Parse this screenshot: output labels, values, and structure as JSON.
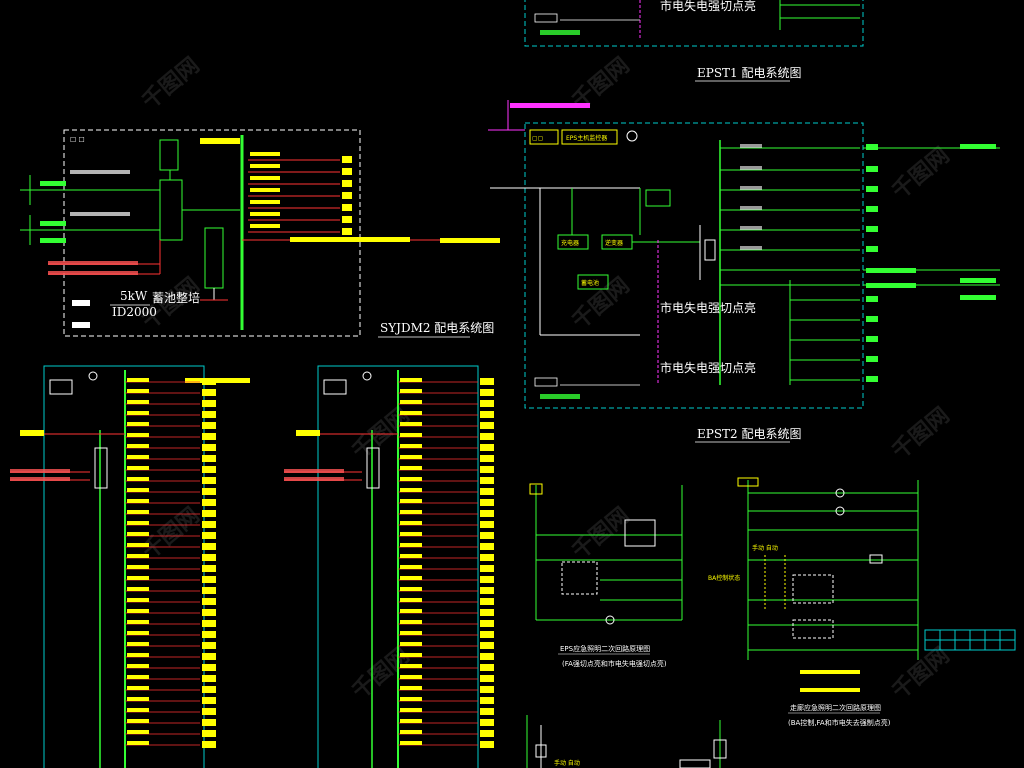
{
  "titles": {
    "epst1": "EPST1  配电系统图",
    "epst2": "EPST2  配电系统图",
    "sydm2": "SYJDM2  配电系统图",
    "epst1_emergency": "市电失电强切点亮",
    "epst2_emergency_a": "市电失电强切点亮",
    "epst2_emergency_b": "市电失电强切点亮",
    "mid_cn": "蓄池整培",
    "mid_kw": "5kW",
    "mid_model": "ID2000"
  },
  "circuit_left": {
    "title": "EPS应急照明二次回路原理图",
    "subtitle": "(FA强切点亮和市电失电强切点亮)"
  },
  "circuit_right": {
    "title": "走廊应急照明二次回路原理图",
    "subtitle": "(BA控制,FA和市电失去强制点亮)",
    "ba_label": "BA控制状态",
    "manual_auto": "手动  自动"
  },
  "bottom": {
    "manual_auto": "手动  自动"
  },
  "eps_boxes": {
    "charger": "充电器",
    "inverter": "逆变器",
    "battery": "蓄电池",
    "monitor": "EPS主机监控器"
  },
  "watermark": "千图网"
}
